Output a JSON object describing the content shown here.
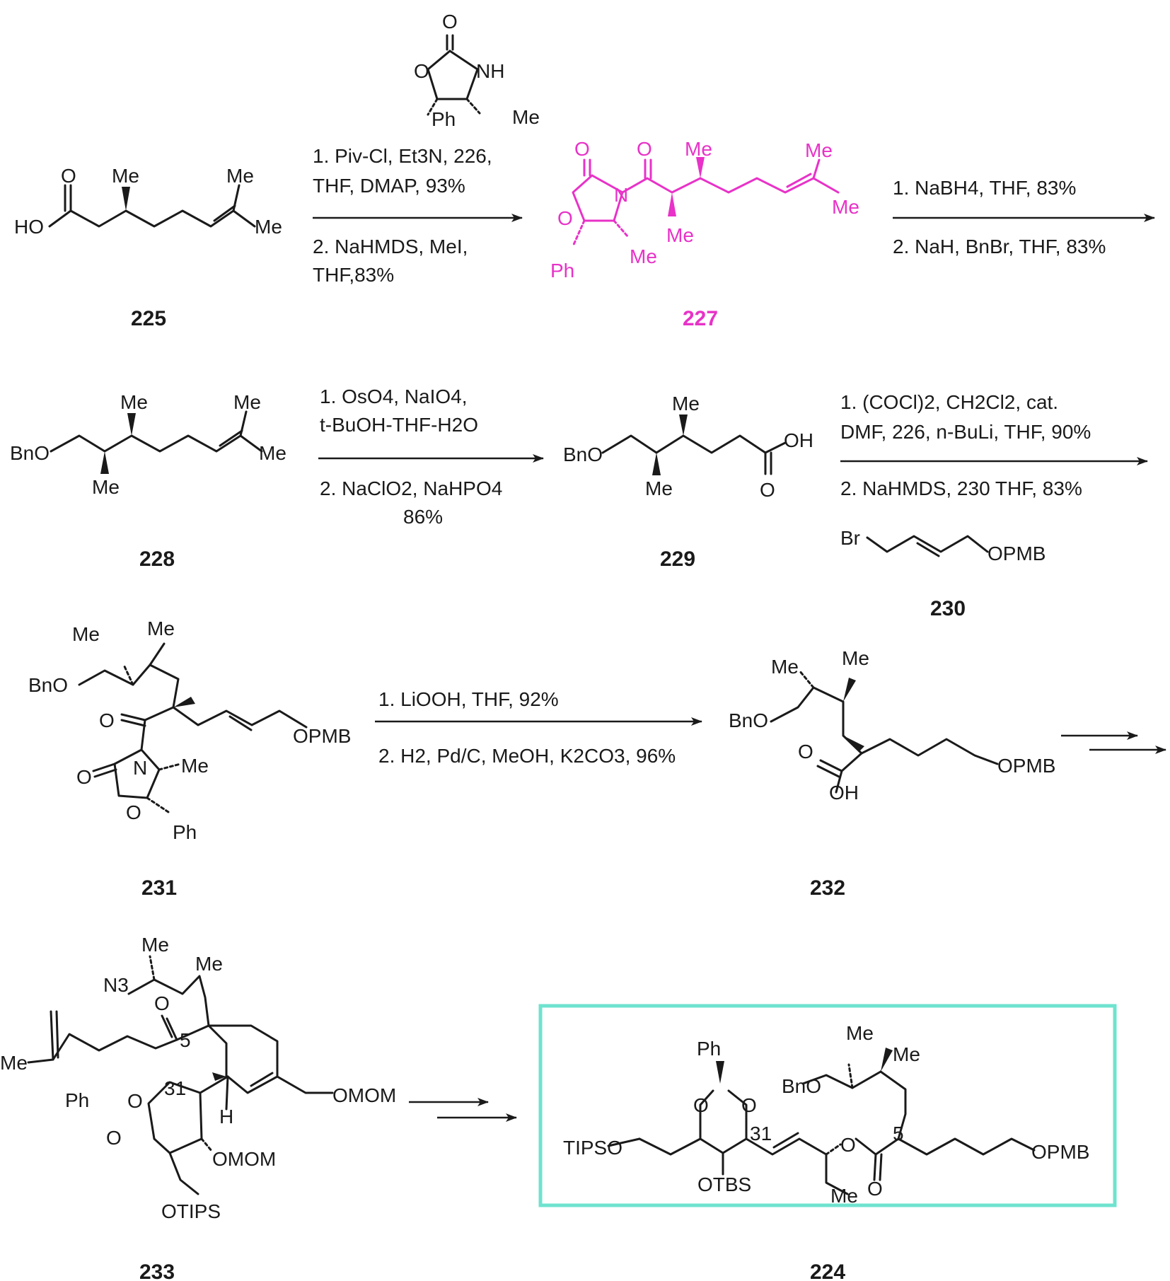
{
  "compounds": {
    "c225": {
      "label": "225",
      "atoms": [
        "O",
        "HO",
        "Me",
        "Me",
        "Me"
      ]
    },
    "c226": {
      "atoms": [
        "O",
        "O",
        "NH",
        "Ph",
        "Me"
      ]
    },
    "c227": {
      "label": "227",
      "atoms": [
        "O",
        "O",
        "O",
        "N",
        "Me",
        "Me",
        "Me",
        "Me",
        "Me",
        "Ph"
      ]
    },
    "c228": {
      "label": "228",
      "atoms": [
        "BnO",
        "Me",
        "Me",
        "Me",
        "Me"
      ]
    },
    "c229": {
      "label": "229",
      "atoms": [
        "BnO",
        "Me",
        "Me",
        "OH",
        "O"
      ]
    },
    "c230": {
      "label": "230",
      "atoms": [
        "Br",
        "OPMB"
      ]
    },
    "c231": {
      "label": "231",
      "atoms": [
        "Me",
        "Me",
        "BnO",
        "O",
        "OPMB",
        "N",
        "O",
        "Me",
        "O",
        "Ph"
      ]
    },
    "c232": {
      "label": "232",
      "atoms": [
        "Me",
        "Me",
        "BnO",
        "O",
        "OH",
        "OPMB"
      ]
    },
    "c233": {
      "label": "233",
      "atoms": [
        "Me",
        "N3",
        "Me",
        "O",
        "5",
        "Me",
        "31",
        "OMOM",
        "Ph",
        "O",
        "O",
        "H",
        "OMOM",
        "OTIPS"
      ]
    },
    "c224": {
      "label": "224",
      "atoms": [
        "Ph",
        "Me",
        "BnO",
        "Me",
        "O",
        "O",
        "31",
        "5",
        "TIPSO",
        "O",
        "O",
        "OPMB",
        "OTBS",
        "Me"
      ]
    }
  },
  "steps": {
    "s1": {
      "above": [
        "1. Piv-Cl, Et3N, 226,",
        "THF, DMAP, 93%"
      ],
      "below": [
        "2. NaHMDS, MeI,",
        "THF,83%"
      ]
    },
    "s2": {
      "above": [
        "1. NaBH4, THF, 83%"
      ],
      "below": [
        "2. NaH, BnBr, THF, 83%"
      ]
    },
    "s3": {
      "above": [
        "1. OsO4, NaIO4,",
        "t-BuOH-THF-H2O"
      ],
      "below": [
        "2. NaClO2, NaHPO4",
        "86%"
      ]
    },
    "s4": {
      "above": [
        "1. (COCl)2, CH2Cl2, cat.",
        "DMF, 226, n-BuLi, THF, 90%"
      ],
      "below": [
        "2. NaHMDS, 230 THF, 83%"
      ]
    },
    "s5": {
      "above": [
        "1. LiOOH, THF, 92%"
      ],
      "below": [
        "2. H2, Pd/C, MeOH, K2CO3, 96%"
      ]
    }
  },
  "colors": {
    "highlight": "#e832c8",
    "box": "#6fe3cf",
    "ink": "#1a1a1a"
  }
}
